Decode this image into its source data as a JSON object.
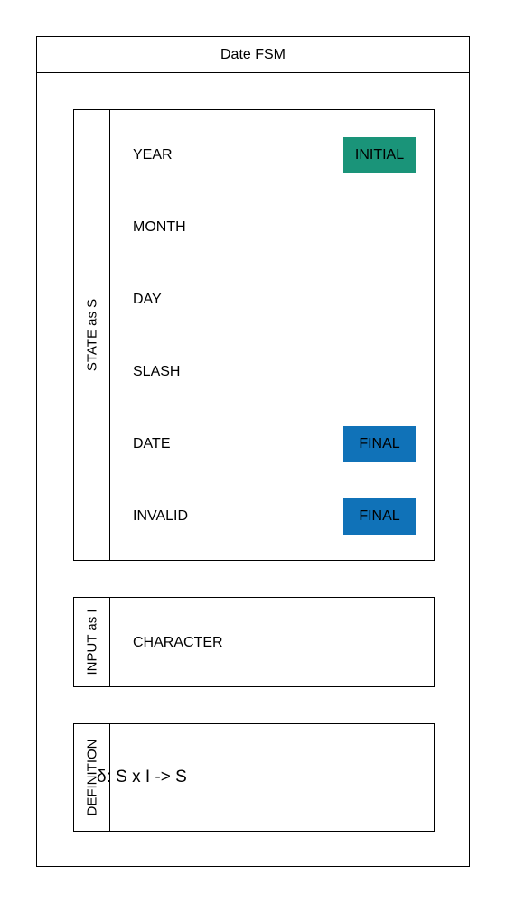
{
  "title": "Date FSM",
  "colors": {
    "initial": "#1a9479",
    "final": "#1072b8"
  },
  "state_group": {
    "header": "STATE as S",
    "states": [
      {
        "name": "YEAR",
        "badge": "INITIAL",
        "badge_kind": "initial"
      },
      {
        "name": "MONTH",
        "badge": null,
        "badge_kind": null
      },
      {
        "name": "DAY",
        "badge": null,
        "badge_kind": null
      },
      {
        "name": "SLASH",
        "badge": null,
        "badge_kind": null
      },
      {
        "name": "DATE",
        "badge": "FINAL",
        "badge_kind": "final"
      },
      {
        "name": "INVALID",
        "badge": "FINAL",
        "badge_kind": "final"
      }
    ]
  },
  "input_group": {
    "header": "INPUT as I",
    "value": "CHARACTER"
  },
  "definition_group": {
    "header": "DEFINITION",
    "value": "δ: S x I -> S"
  }
}
